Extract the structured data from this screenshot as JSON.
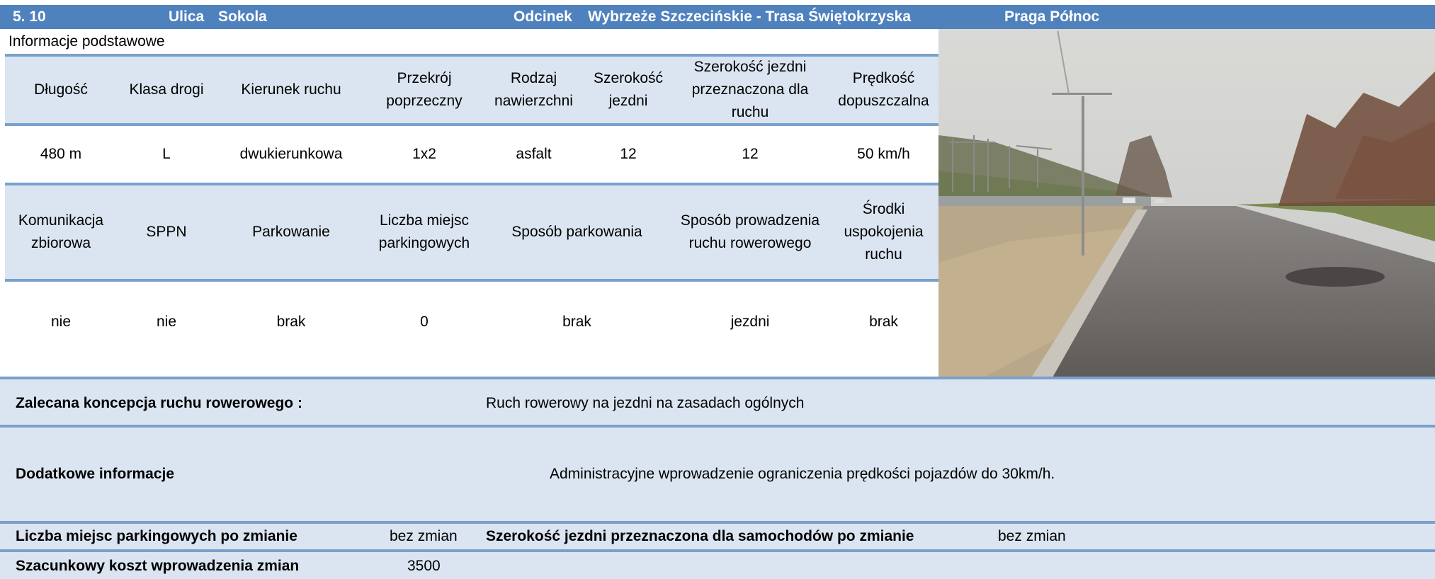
{
  "header": {
    "number": "5. 10",
    "ulica_label": "Ulica",
    "ulica_value": "Sokola",
    "odcinek_label": "Odcinek",
    "odcinek_value": "Wybrzeże Szczecińskie - Trasa Świętokrzyska",
    "district": "Praga Północ"
  },
  "section_title": "Informacje podstawowe",
  "table1": {
    "headers": [
      "Długość",
      "Klasa drogi",
      "Kierunek ruchu",
      "Przekrój poprzeczny",
      "Rodzaj nawierzchni",
      "Szerokość jezdni",
      "Szerokość jezdni przeznaczona dla ruchu",
      "Prędkość dopuszczalna"
    ],
    "values": [
      "480 m",
      "L",
      "dwukierunkowa",
      "1x2",
      "asfalt",
      "12",
      "12",
      "50 km/h"
    ]
  },
  "table2": {
    "headers": [
      "Komunikacja zbiorowa",
      "SPPN",
      "Parkowanie",
      "Liczba miejsc parkingowych",
      "Sposób parkowania",
      "Sposób prowadzenia ruchu rowerowego",
      "Środki uspokojenia ruchu"
    ],
    "values": [
      "nie",
      "nie",
      "brak",
      "0",
      "brak",
      "jezdni",
      "brak"
    ]
  },
  "concept": {
    "label": "Zalecana koncepcja ruchu rowerowego :",
    "value": "Ruch rowerowy na jezdni na zasadach ogólnych"
  },
  "additional": {
    "label": "Dodatkowe informacje",
    "value": "Administracyjne wprowadzenie ograniczenia prędkości pojazdów do 30km/h."
  },
  "after_change": {
    "parking_label": "Liczba miejsc parkingowych po zmianie",
    "parking_value": "bez zmian",
    "width_label": "Szerokość jezdni przeznaczona dla samochodów po zmianie",
    "width_value": "bez zmian"
  },
  "cost": {
    "label": "Szacunkowy koszt wprowadzenia zmian",
    "value": "3500"
  },
  "colors": {
    "header_bar": "#4f81bd",
    "band": "#dbe5f1",
    "rule": "#7aa0cd"
  }
}
